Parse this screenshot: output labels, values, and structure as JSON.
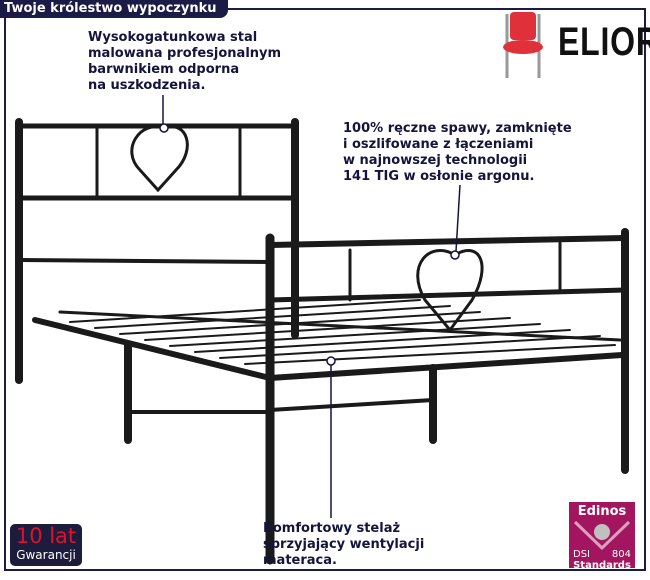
{
  "header": {
    "title": "Twoje królestwo wypoczynku"
  },
  "brand": {
    "name": "ELIOR",
    "icon": "chair-icon",
    "accent": "#e0303a"
  },
  "annotations": [
    {
      "text": "Wysokogatunkowa stal\nmalowana profesjonalnym\nbarwnikiem odporna\nna uszkodzenia."
    },
    {
      "text": "100% ręczne spawy, zamknięte\ni oszlifowane z łączeniami\nw najnowszej technologii\n141 TIG w osłonie argonu."
    },
    {
      "text": "Komfortowy stelaż\nsprzyjający wentylacji\nmateraca."
    }
  ],
  "warranty": {
    "value": "10 lat",
    "label": "Gwarancji"
  },
  "certificate": {
    "brand": "Edinos",
    "left": "DSI",
    "right": "804",
    "label": "Standards",
    "color": "#a3155e"
  }
}
